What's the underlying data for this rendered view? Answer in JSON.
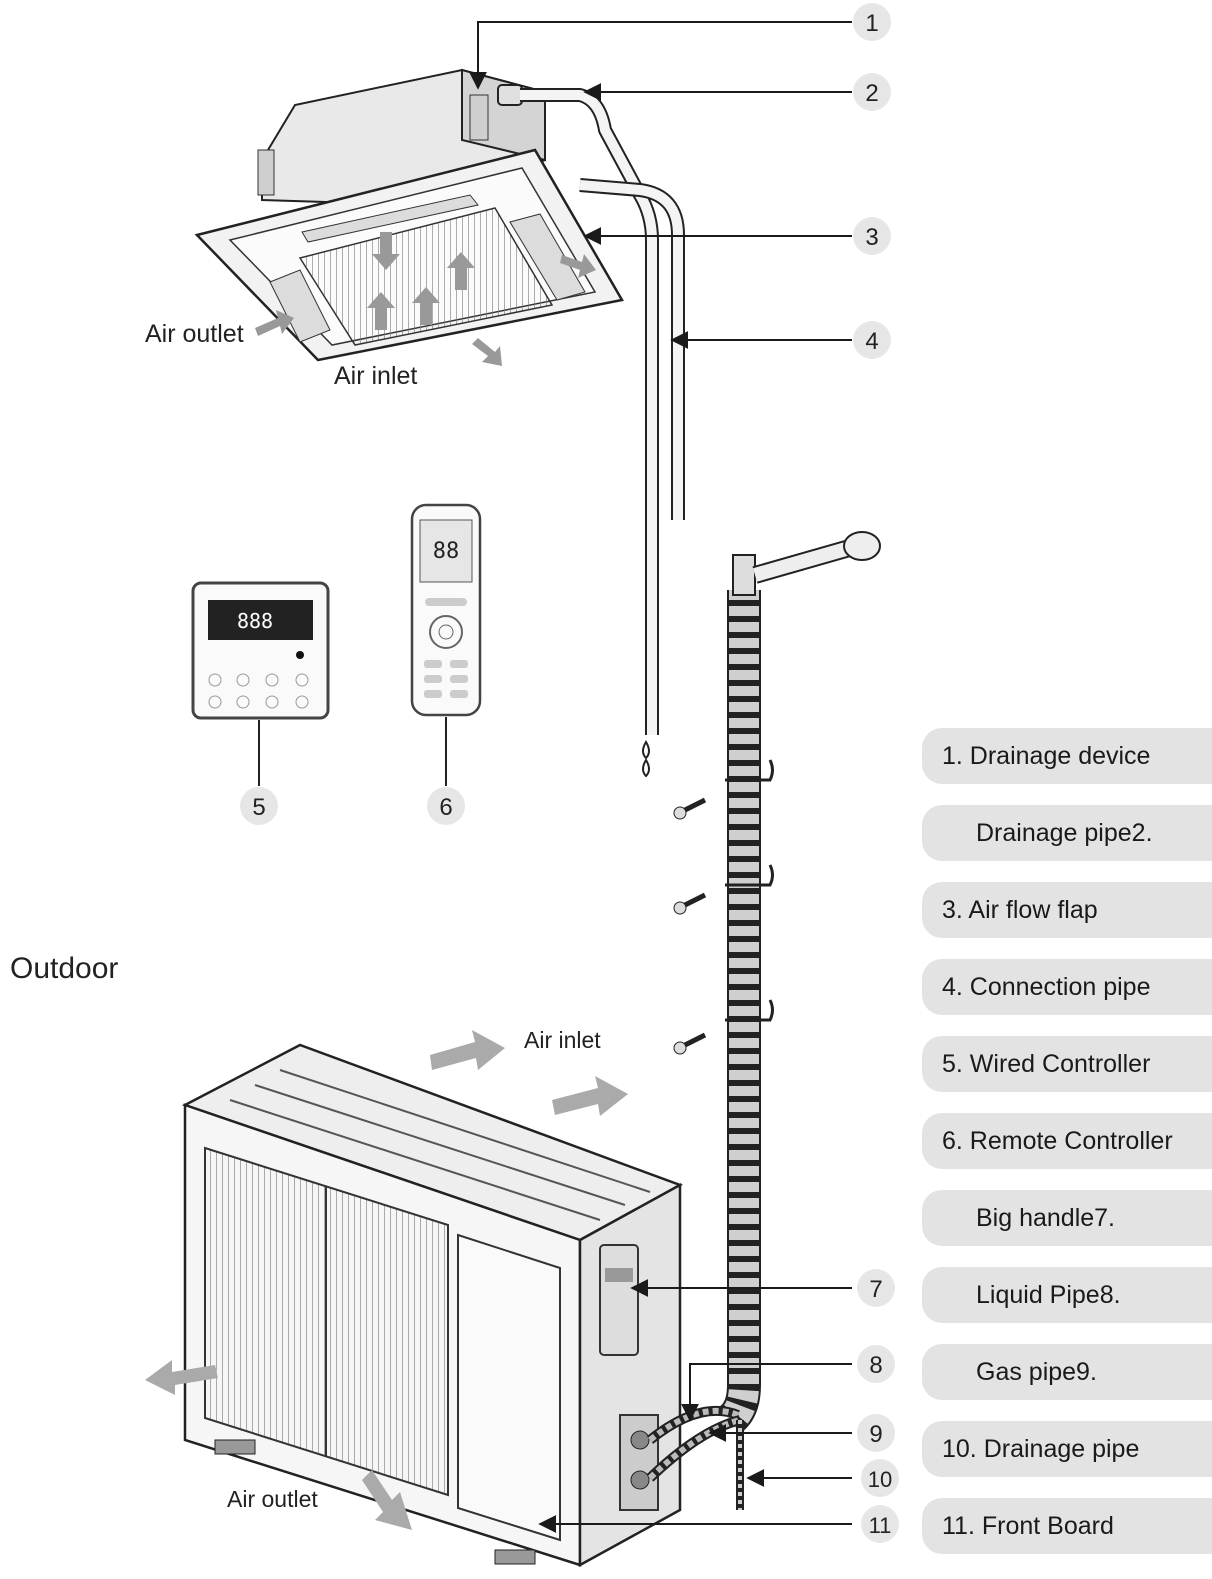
{
  "diagram": {
    "section_outdoor": "Outdoor",
    "indoor_air_outlet": "Air outlet",
    "indoor_air_inlet": "Air inlet",
    "outdoor_air_inlet": "Air inlet",
    "outdoor_air_outlet": "Air outlet",
    "wired_controller_display": "888",
    "remote_display": "88",
    "callouts": [
      "1",
      "2",
      "3",
      "4",
      "5",
      "6",
      "7",
      "8",
      "9",
      "10",
      "11"
    ],
    "legend": [
      "1. Drainage device",
      "Drainage pipe2.",
      "3. Air flow flap",
      "4. Connection pipe",
      "5. Wired Controller",
      "6. Remote Controller",
      "Big handle7.",
      "Liquid Pipe8.",
      "Gas pipe9.",
      "10. Drainage pipe",
      "11. Front Board"
    ]
  },
  "colors": {
    "legend_bg": "#e3e3e3",
    "callout_bg": "#e6e6e6",
    "line": "#1a1a1a"
  }
}
